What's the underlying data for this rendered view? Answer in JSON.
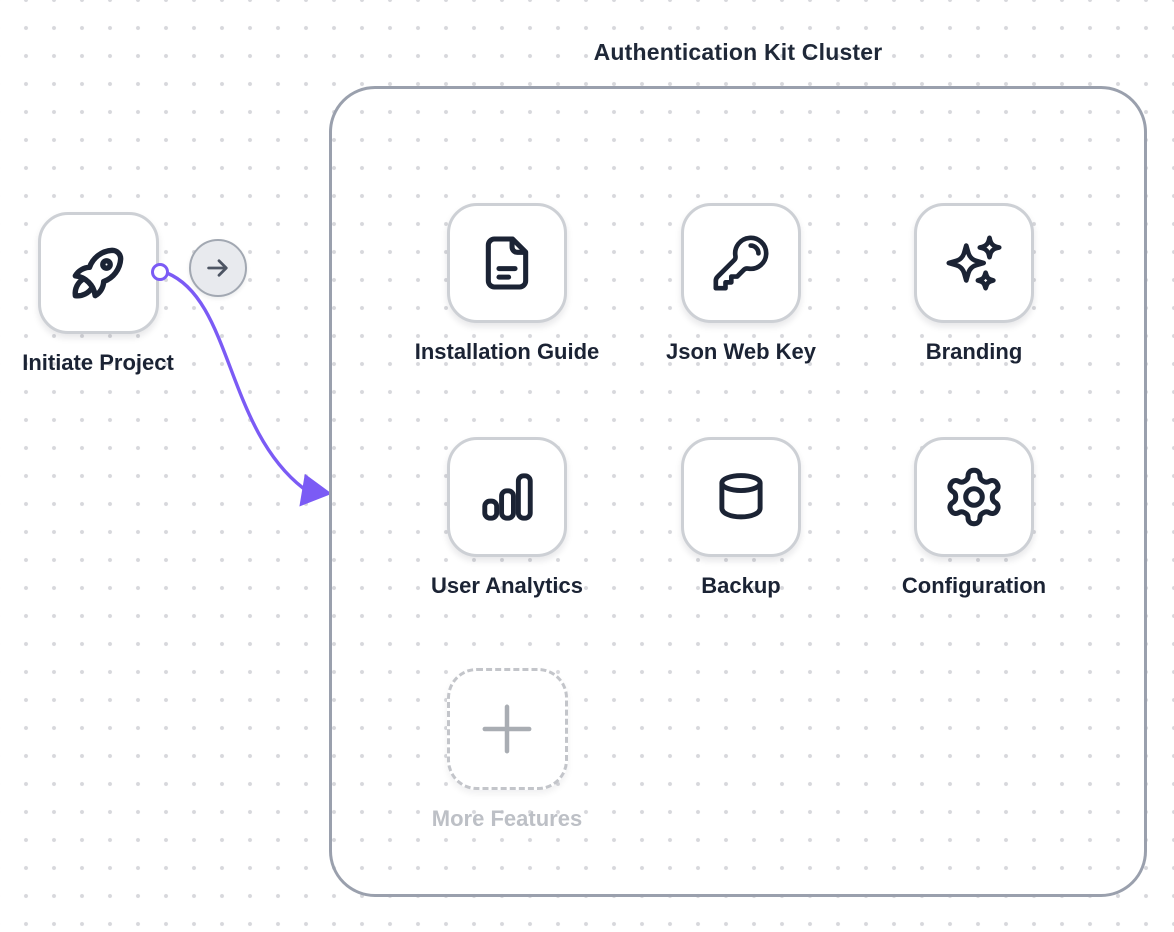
{
  "canvas": {
    "background_color": "#ffffff",
    "dot_color": "#d7d8dc"
  },
  "source_node": {
    "label": "Initiate Project",
    "icon": "rocket-icon"
  },
  "toolbar_button": {
    "icon": "arrow-right-icon"
  },
  "edge": {
    "from": "Initiate Project",
    "to": "Authentication Kit Cluster",
    "color": "#7b5bf5"
  },
  "cluster": {
    "title": "Authentication Kit Cluster",
    "border_color": "#9aa0ad",
    "features": [
      {
        "label": "Installation Guide",
        "icon": "document-icon"
      },
      {
        "label": "Json Web Key",
        "icon": "key-icon"
      },
      {
        "label": "Branding",
        "icon": "sparkles-icon"
      },
      {
        "label": "User Analytics",
        "icon": "bar-chart-icon"
      },
      {
        "label": "Backup",
        "icon": "database-icon"
      },
      {
        "label": "Configuration",
        "icon": "gear-icon"
      }
    ],
    "add_card": {
      "label": "More Features",
      "icon": "plus-icon",
      "text_color": "#bdc0c6"
    }
  },
  "colors": {
    "icon_stroke": "#1b2334",
    "accent_purple": "#7b5bf5",
    "card_border": "#cdd0d5",
    "label_text": "#1b2334"
  }
}
